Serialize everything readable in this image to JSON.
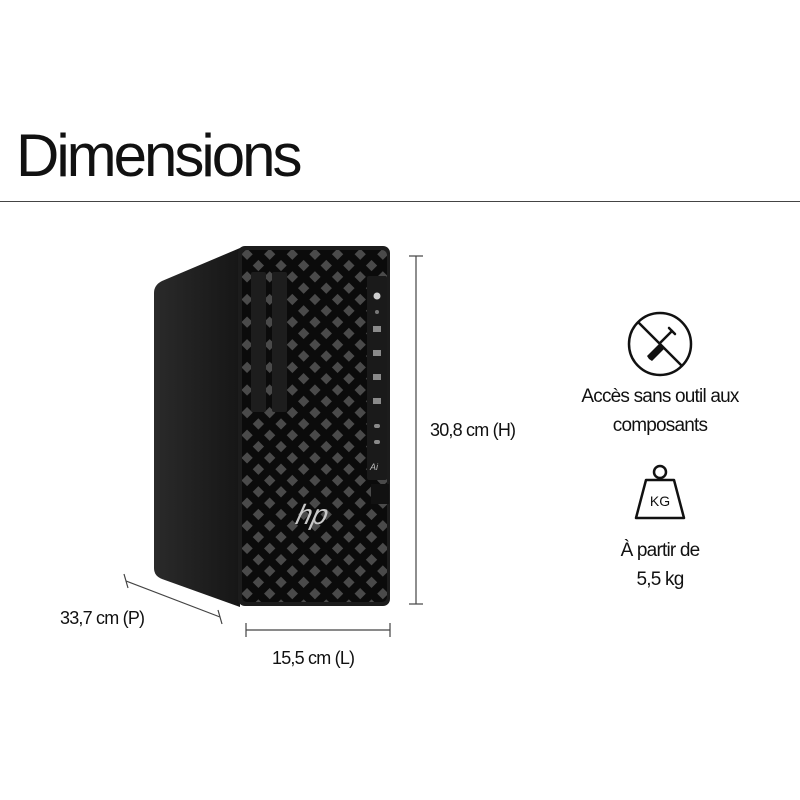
{
  "title": "Dimensions",
  "dimensions": {
    "height": "30,8 cm (H)",
    "depth": "33,7 cm (P)",
    "width": "15,5 cm (L)"
  },
  "features": [
    {
      "icon": "no-tool-icon",
      "line1": "Accès sans outil aux",
      "line2": "composants"
    },
    {
      "icon": "weight-icon",
      "badge": "KG",
      "line1": "À partir de",
      "line2": "5,5 kg"
    }
  ],
  "product": {
    "image": "desktop-tower-photo",
    "brand_logo": "hp"
  }
}
